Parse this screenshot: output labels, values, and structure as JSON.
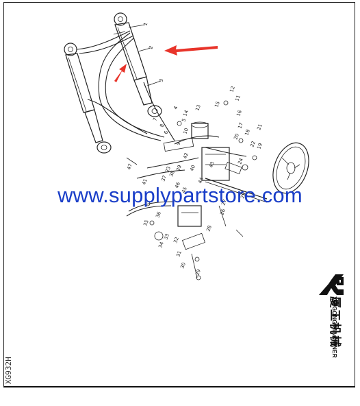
{
  "watermark": {
    "text": "www.supplypartstore.com",
    "color": "#1a3ec8"
  },
  "model_code": "XG932H",
  "brand": {
    "logo_text": "XG",
    "name_cn": "厦工机械",
    "name_en": "XIAGONG MACHINER"
  },
  "annotation_color": "#e8342a",
  "part_numbers": [
    "1",
    "2",
    "3",
    "4",
    "5",
    "6",
    "7",
    "8",
    "9",
    "10",
    "11",
    "12",
    "13",
    "14",
    "15",
    "16",
    "17",
    "18",
    "19",
    "20",
    "21",
    "22",
    "23",
    "24",
    "25",
    "26",
    "27",
    "28",
    "29",
    "30",
    "31",
    "32",
    "33",
    "34",
    "35",
    "36",
    "37",
    "38",
    "39",
    "40",
    "41",
    "42",
    "43",
    "44",
    "45",
    "46",
    "47"
  ]
}
